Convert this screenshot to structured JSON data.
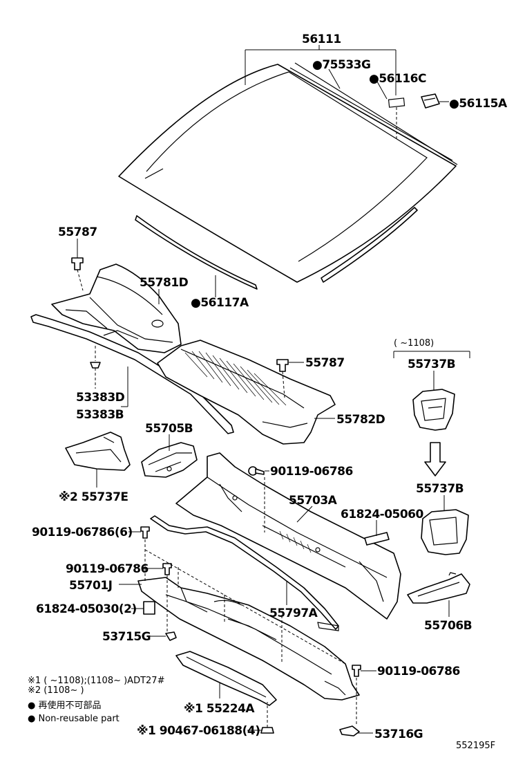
{
  "labels": {
    "p56111": "56111",
    "p75533g": "●75533G",
    "p56116c": "●56116C",
    "p56115a": "●56115A",
    "p55787_top": "55787",
    "p55781d": "55781D",
    "p56117a": "●56117A",
    "p53383d": "53383D",
    "p53383b": "53383B",
    "p55787_mid": "55787",
    "p55782d": "55782D",
    "p55705b": "55705B",
    "p55737e": "※2 55737E",
    "p55737b_range": "(      ~1108)",
    "p55737b_top": "55737B",
    "p55737b_bottom": "55737B",
    "p90119_top": "90119-06786",
    "p55703a": "55703A",
    "p61824_05060": "61824-05060",
    "p90119_qty6": "90119-06786(6)",
    "p90119_left": "90119-06786",
    "p55701j": "55701J",
    "p61824_05030": "61824-05030(2)",
    "p55797a": "55797A",
    "p55706b": "55706B",
    "p53715g": "53715G",
    "p90119_right": "90119-06786",
    "p55224a": "※1 55224A",
    "p90467": "※1 90467-06188(4)",
    "p53716g": "53716G",
    "diagram_code": "552195F"
  },
  "legend": {
    "note1": "※1 (      ~1108);(1108~      )ADT27#",
    "note2": "※2 (1108~      )",
    "nonreusable_jp": "● 再使用不可部品",
    "nonreusable_en": "● Non-reusable part"
  }
}
